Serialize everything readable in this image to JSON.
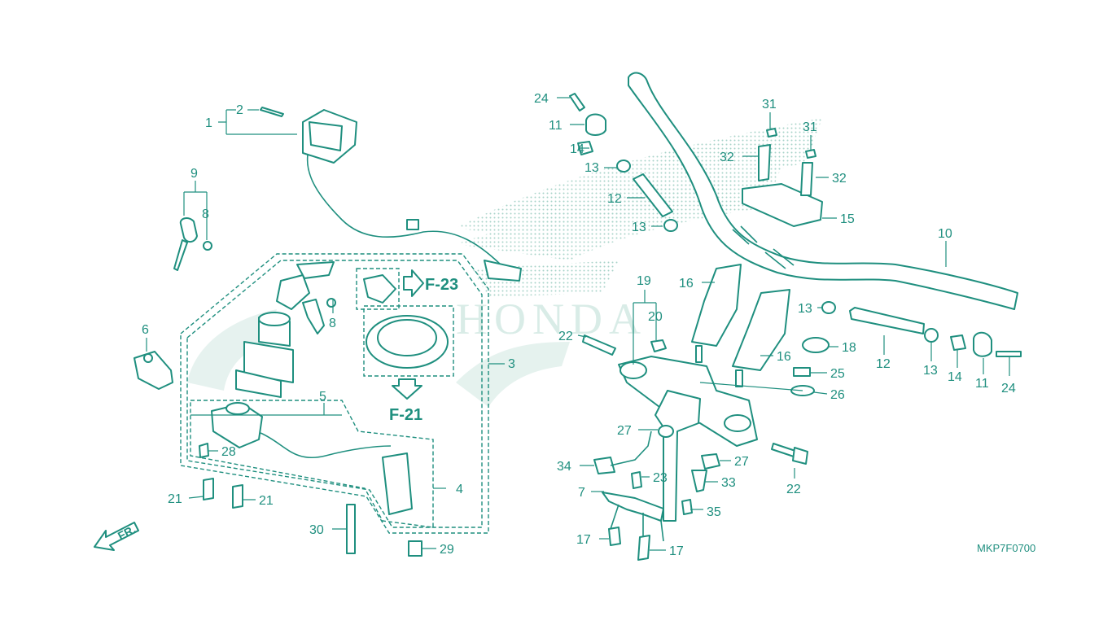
{
  "diagram": {
    "drawing_code": "MKP7F0700",
    "front_marker": "FR.",
    "colors": {
      "line": "#1f8f7f",
      "watermark": "#cfe8e2",
      "background": "#ffffff"
    },
    "watermark_text": "HONDA",
    "references": [
      {
        "id": "ref-f23",
        "text": "F-23"
      },
      {
        "id": "ref-f21",
        "text": "F-21"
      }
    ],
    "callouts": [
      {
        "id": "c1",
        "text": "1"
      },
      {
        "id": "c2",
        "text": "2"
      },
      {
        "id": "c9",
        "text": "9"
      },
      {
        "id": "c8a",
        "text": "8"
      },
      {
        "id": "c8b",
        "text": "8"
      },
      {
        "id": "c6",
        "text": "6"
      },
      {
        "id": "c5",
        "text": "5"
      },
      {
        "id": "c3",
        "text": "3"
      },
      {
        "id": "c4",
        "text": "4"
      },
      {
        "id": "c28",
        "text": "28"
      },
      {
        "id": "c21a",
        "text": "21"
      },
      {
        "id": "c21b",
        "text": "21"
      },
      {
        "id": "c30",
        "text": "30"
      },
      {
        "id": "c29",
        "text": "29"
      },
      {
        "id": "c24a",
        "text": "24"
      },
      {
        "id": "c11a",
        "text": "11"
      },
      {
        "id": "c14a",
        "text": "14"
      },
      {
        "id": "c13a",
        "text": "13"
      },
      {
        "id": "c12a",
        "text": "12"
      },
      {
        "id": "c13b",
        "text": "13"
      },
      {
        "id": "c19",
        "text": "19"
      },
      {
        "id": "c20",
        "text": "20"
      },
      {
        "id": "c22a",
        "text": "22"
      },
      {
        "id": "c16a",
        "text": "16"
      },
      {
        "id": "c16b",
        "text": "16"
      },
      {
        "id": "c31a",
        "text": "31"
      },
      {
        "id": "c31b",
        "text": "31"
      },
      {
        "id": "c32a",
        "text": "32"
      },
      {
        "id": "c32b",
        "text": "32"
      },
      {
        "id": "c15",
        "text": "15"
      },
      {
        "id": "c10",
        "text": "10"
      },
      {
        "id": "c13c",
        "text": "13"
      },
      {
        "id": "c18",
        "text": "18"
      },
      {
        "id": "c25",
        "text": "25"
      },
      {
        "id": "c26",
        "text": "26"
      },
      {
        "id": "c12b",
        "text": "12"
      },
      {
        "id": "c13d",
        "text": "13"
      },
      {
        "id": "c14b",
        "text": "14"
      },
      {
        "id": "c11b",
        "text": "11"
      },
      {
        "id": "c24b",
        "text": "24"
      },
      {
        "id": "c27a",
        "text": "27"
      },
      {
        "id": "c27b",
        "text": "27"
      },
      {
        "id": "c34",
        "text": "34"
      },
      {
        "id": "c23",
        "text": "23"
      },
      {
        "id": "c33",
        "text": "33"
      },
      {
        "id": "c7",
        "text": "7"
      },
      {
        "id": "c35",
        "text": "35"
      },
      {
        "id": "c17a",
        "text": "17"
      },
      {
        "id": "c17b",
        "text": "17"
      },
      {
        "id": "c22b",
        "text": "22"
      }
    ]
  }
}
